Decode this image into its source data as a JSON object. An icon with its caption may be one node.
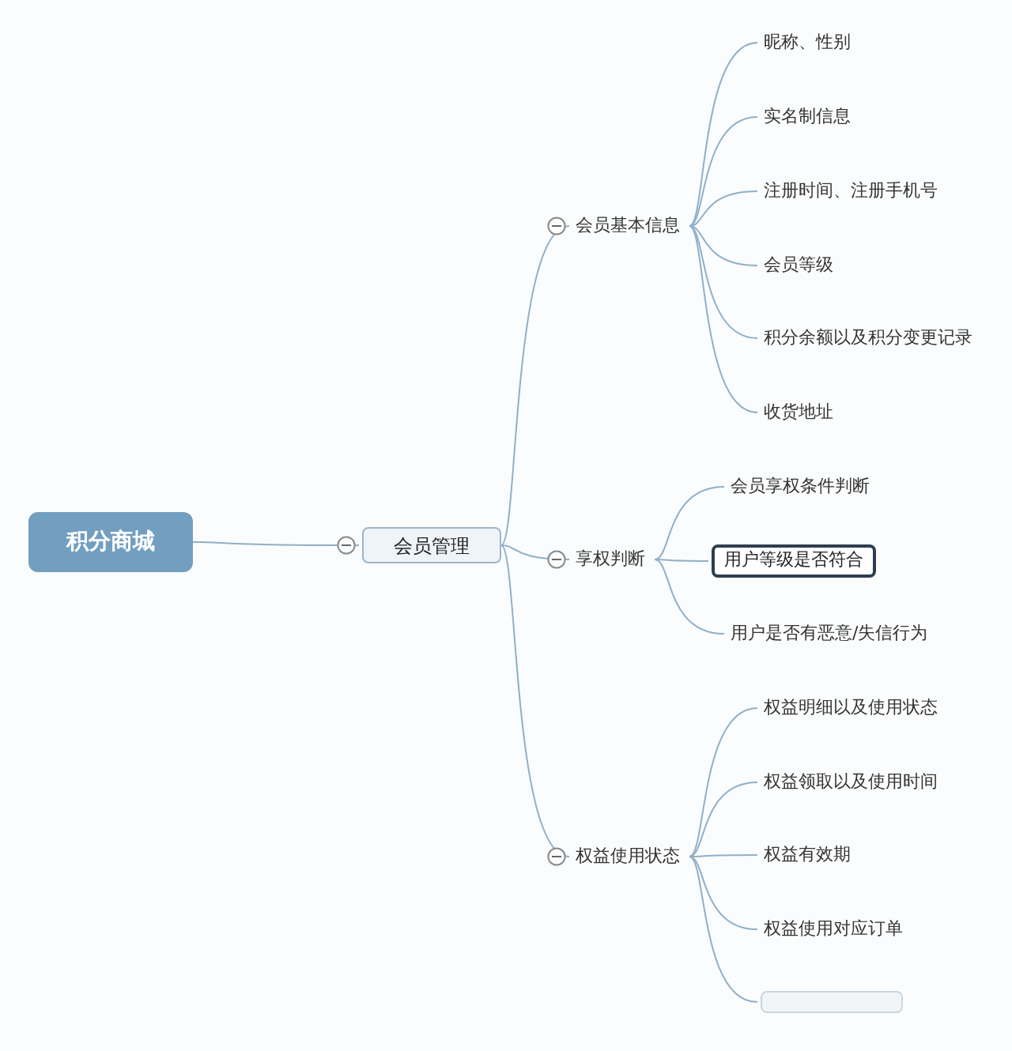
{
  "diagram": {
    "nodes": [
      {
        "text": [
          "积分商城"
        ]
      },
      {
        "text": [
          "会员管理"
        ]
      },
      {
        "text": [
          "会员基本信息"
        ]
      },
      {
        "text": [
          "昵称、性别"
        ]
      },
      {
        "text": [
          "实名制信息"
        ]
      },
      {
        "text": [
          "注册时间、注册手机号"
        ]
      },
      {
        "text": [
          "会员等级"
        ]
      },
      {
        "text": [
          "积分余额以及积分变更记录"
        ]
      },
      {
        "text": [
          "收货地址"
        ]
      },
      {
        "text": [
          "享权判断"
        ]
      },
      {
        "text": [
          "会员享权条件判断"
        ]
      },
      {
        "text": [
          "用户等级是否符合"
        ]
      },
      {
        "text": [
          "用户是否有恶意/失信行为"
        ]
      },
      {
        "text": [
          "权益使用状态"
        ]
      },
      {
        "text": [
          "权益明细以及使用状态"
        ]
      },
      {
        "text": [
          "权益领取以及使用时间"
        ]
      },
      {
        "text": [
          "权益有效期"
        ]
      },
      {
        "text": [
          "权益使用对应订单"
        ]
      },
      {
        "text": [],
        "shape": "box"
      }
    ],
    "edges": [
      {
        "from": 0,
        "to": 1,
        "arrow": "none"
      },
      {
        "from": 1,
        "to": 2,
        "arrow": "none"
      },
      {
        "from": 1,
        "to": 9,
        "arrow": "none"
      },
      {
        "from": 1,
        "to": 13,
        "arrow": "none"
      },
      {
        "from": 2,
        "to": 3,
        "arrow": "none"
      },
      {
        "from": 2,
        "to": 4,
        "arrow": "none"
      },
      {
        "from": 2,
        "to": 5,
        "arrow": "none"
      },
      {
        "from": 2,
        "to": 6,
        "arrow": "none"
      },
      {
        "from": 2,
        "to": 7,
        "arrow": "none"
      },
      {
        "from": 2,
        "to": 8,
        "arrow": "none"
      },
      {
        "from": 9,
        "to": 10,
        "arrow": "none"
      },
      {
        "from": 9,
        "to": 11,
        "arrow": "none"
      },
      {
        "from": 9,
        "to": 12,
        "arrow": "none"
      },
      {
        "from": 13,
        "to": 14,
        "arrow": "none"
      },
      {
        "from": 13,
        "to": 15,
        "arrow": "none"
      },
      {
        "from": 13,
        "to": 16,
        "arrow": "none"
      },
      {
        "from": 13,
        "to": 17,
        "arrow": "none"
      },
      {
        "from": 13,
        "to": 18,
        "arrow": "none"
      }
    ]
  }
}
